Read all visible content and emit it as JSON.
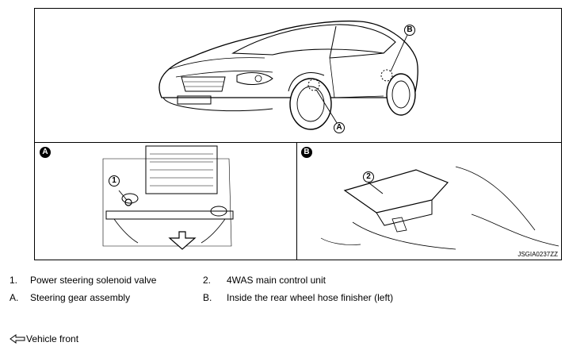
{
  "figure": {
    "callouts": {
      "top_a": "A",
      "top_b": "B",
      "panel_a": "A",
      "panel_b": "B",
      "part_1": "1",
      "part_2": "2"
    },
    "image_code": "JSGIA0237ZZ"
  },
  "legend": {
    "items": [
      {
        "num": "1.",
        "text": "Power steering solenoid valve"
      },
      {
        "num": "2.",
        "text": "4WAS main control unit"
      },
      {
        "num": "A.",
        "text": "Steering gear assembly"
      },
      {
        "num": "B.",
        "text": "Inside the rear wheel hose finisher (left)"
      }
    ]
  },
  "front_label": "Vehicle front",
  "icons": {
    "front_arrow": "hollow-arrow-left-icon"
  }
}
